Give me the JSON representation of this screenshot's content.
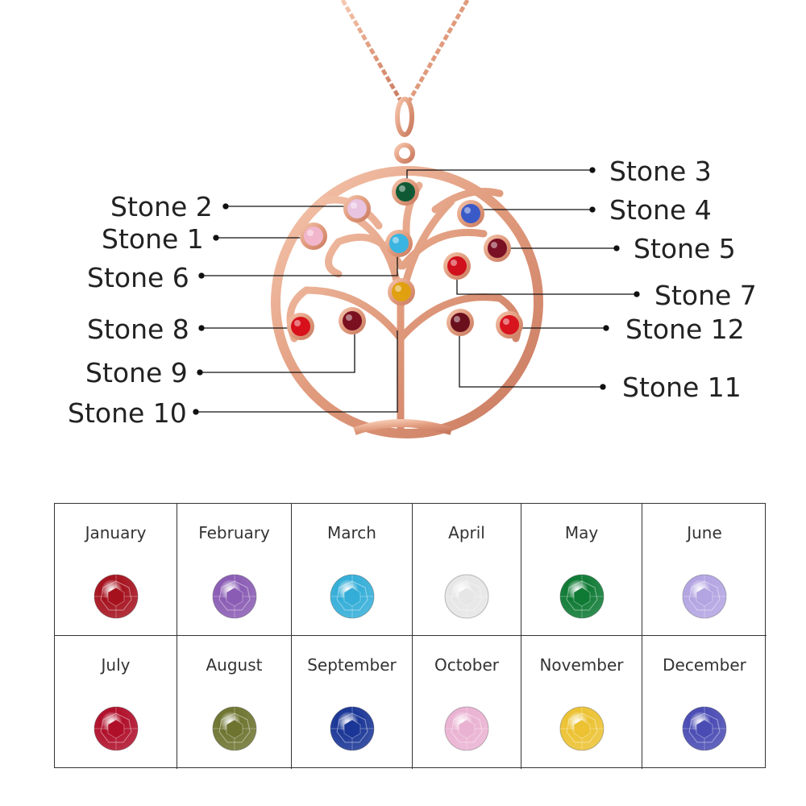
{
  "stones": [
    {
      "label": "Stone 1",
      "color": "#f2b6cc"
    },
    {
      "label": "Stone 2",
      "color": "#e8c4e0"
    },
    {
      "label": "Stone 3",
      "color": "#0f5a35"
    },
    {
      "label": "Stone 4",
      "color": "#3a5ac8"
    },
    {
      "label": "Stone 5",
      "color": "#7a1024"
    },
    {
      "label": "Stone 6",
      "color": "#3ab4e0"
    },
    {
      "label": "Stone 7",
      "color": "#d0101c"
    },
    {
      "label": "Stone 8",
      "color": "#d8101c"
    },
    {
      "label": "Stone 9",
      "color": "#7a1020"
    },
    {
      "label": "Stone 10",
      "color": "#e0a010"
    },
    {
      "label": "Stone 11",
      "color": "#6a0f1c"
    },
    {
      "label": "Stone 12",
      "color": "#d8141e"
    }
  ],
  "metal_color": "#e8a58a",
  "birthstones": [
    {
      "month": "January",
      "color": "#a5121e"
    },
    {
      "month": "February",
      "color": "#8a5cb4"
    },
    {
      "month": "March",
      "color": "#34aed8"
    },
    {
      "month": "April",
      "color": "#e6e6e6"
    },
    {
      "month": "May",
      "color": "#0e7a34"
    },
    {
      "month": "June",
      "color": "#b3a4e2"
    },
    {
      "month": "July",
      "color": "#b00f2a"
    },
    {
      "month": "August",
      "color": "#6e7430"
    },
    {
      "month": "September",
      "color": "#1a3696"
    },
    {
      "month": "October",
      "color": "#eab2d2"
    },
    {
      "month": "November",
      "color": "#ecc232"
    },
    {
      "month": "December",
      "color": "#4a4cb4"
    }
  ]
}
